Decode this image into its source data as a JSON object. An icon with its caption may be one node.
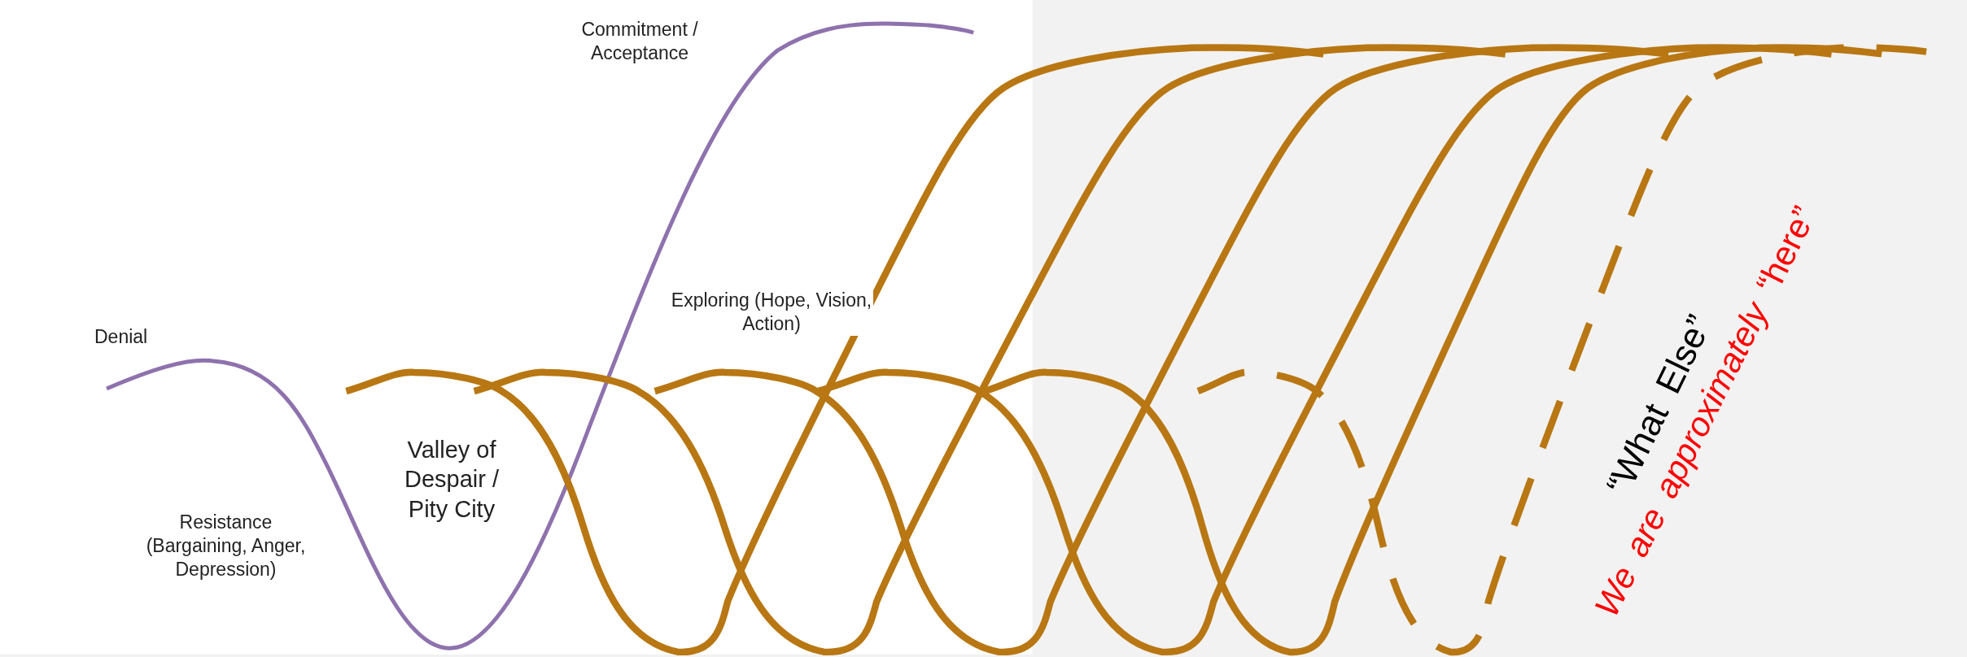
{
  "diagram": {
    "labels": [
      "Commitment / Acceptance",
      "Denial",
      "Exploring (Hope, Vision, Action)",
      "Valley of Despair / Pity City",
      "Resistance (Bargaining, Anger, Depression)",
      "“What Else”",
      "*We are approximately* “here”"
    ]
  }
}
